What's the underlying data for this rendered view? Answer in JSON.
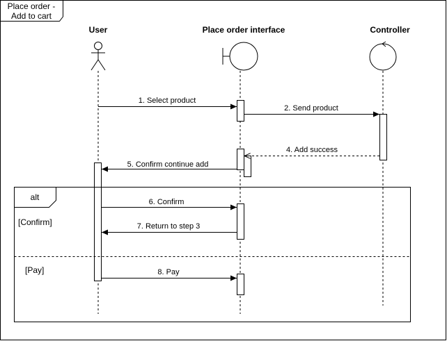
{
  "frame": {
    "title_line1": "Place order -",
    "title_line2": "Add to cart"
  },
  "lifelines": [
    {
      "name": "User",
      "kind": "actor"
    },
    {
      "name": "Place order interface",
      "kind": "boundary"
    },
    {
      "name": "Controller",
      "kind": "control"
    }
  ],
  "messages": [
    {
      "label": "1. Select product",
      "from": "User",
      "to": "Place order interface",
      "style": "sync"
    },
    {
      "label": "2. Send product",
      "from": "Place order interface",
      "to": "Controller",
      "style": "sync"
    },
    {
      "label": "4. Add success",
      "from": "Controller",
      "to": "Place order interface",
      "style": "return"
    },
    {
      "label": "5. Confirm continue add",
      "from": "Place order interface",
      "to": "User",
      "style": "sync"
    },
    {
      "label": "6. Confirm",
      "from": "User",
      "to": "Place order interface",
      "style": "sync"
    },
    {
      "label": "7. Return to step 3",
      "from": "Place order interface",
      "to": "User",
      "style": "sync"
    },
    {
      "label": "8. Pay",
      "from": "User",
      "to": "Place order interface",
      "style": "sync"
    }
  ],
  "alt_fragment": {
    "operator": "alt",
    "guards": [
      "[Confirm]",
      "[Pay]"
    ]
  },
  "colors": {
    "line": "#000000",
    "background": "#ffffff"
  }
}
